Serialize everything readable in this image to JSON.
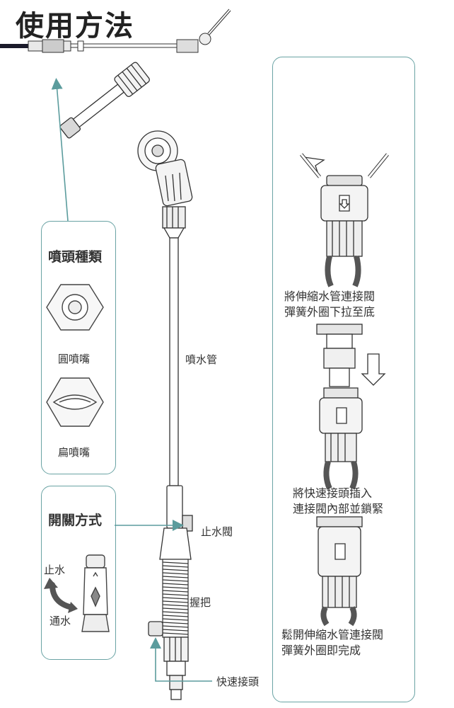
{
  "title": "使用方法",
  "nozzle_panel": {
    "title": "噴頭種類",
    "round_label": "圓噴嘴",
    "flat_label": "扁噴嘴"
  },
  "switch_panel": {
    "title": "開關方式",
    "stop_label": "止水",
    "flow_label": "通水"
  },
  "parts": {
    "tube": "噴水管",
    "valve": "止水閥",
    "grip": "握把",
    "connector": "快速接頭"
  },
  "steps": [
    {
      "line1": "將伸縮水管連接閥",
      "line2": "彈簧外圈下拉至底"
    },
    {
      "line1": "將快速接頭插入",
      "line2": "連接閥內部並鎖緊"
    },
    {
      "line1": "鬆開伸縮水管連接閥",
      "line2": "彈簧外圈即完成"
    }
  ],
  "colors": {
    "accent": "#5b9c9d",
    "line": "#333333"
  }
}
